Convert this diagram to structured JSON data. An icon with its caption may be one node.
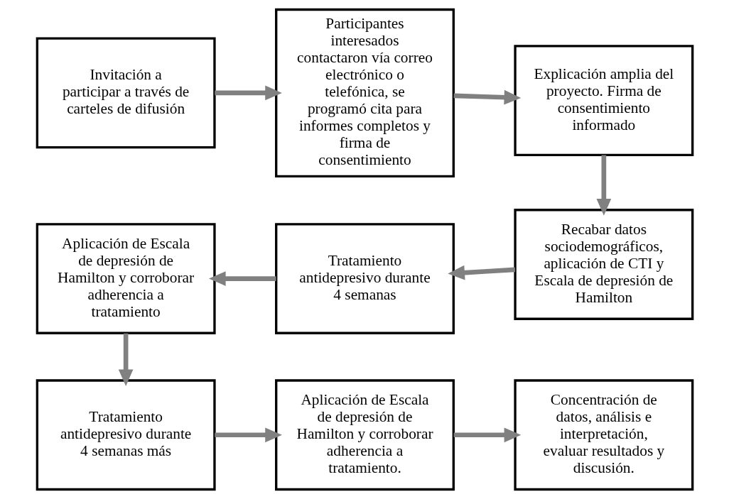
{
  "diagram": {
    "nodes": [
      {
        "text": [
          "Invitación a participar a través de carteles de difusión"
        ]
      },
      {
        "text": [
          "Participantes interesados contactaron vía correo electrónico o telefónica, se programó cita para informes completos y firma de consentimiento"
        ]
      },
      {
        "text": [
          "Explicación amplia del proyecto. Firma de consentimiento informado"
        ]
      },
      {
        "text": [
          "Recabar datos sociodemográficos, aplicación de CTI y Escala de depresión de Hamilton"
        ]
      },
      {
        "text": [
          "Tratamiento antidepresivo durante 4 semanas"
        ]
      },
      {
        "text": [
          "Aplicación de Escala de depresión de Hamilton y corroborar adherencia a tratamiento"
        ]
      },
      {
        "text": [
          "Tratamiento antidepresivo durante 4 semanas más"
        ]
      },
      {
        "text": [
          "Aplicación de Escala de depresión de Hamilton y corroborar adherencia a tratamiento."
        ]
      },
      {
        "text": [
          "Concentración de datos, análisis e interpretación, evaluar resultados y discusión."
        ]
      }
    ],
    "edges": [
      {
        "from": 0,
        "to": 1,
        "arrow": "to"
      },
      {
        "from": 1,
        "to": 2,
        "arrow": "to"
      },
      {
        "from": 2,
        "to": 3,
        "arrow": "to"
      },
      {
        "from": 3,
        "to": 4,
        "arrow": "to"
      },
      {
        "from": 4,
        "to": 5,
        "arrow": "to"
      },
      {
        "from": 5,
        "to": 6,
        "arrow": "to"
      },
      {
        "from": 6,
        "to": 7,
        "arrow": "to"
      },
      {
        "from": 7,
        "to": 8,
        "arrow": "to"
      }
    ]
  }
}
